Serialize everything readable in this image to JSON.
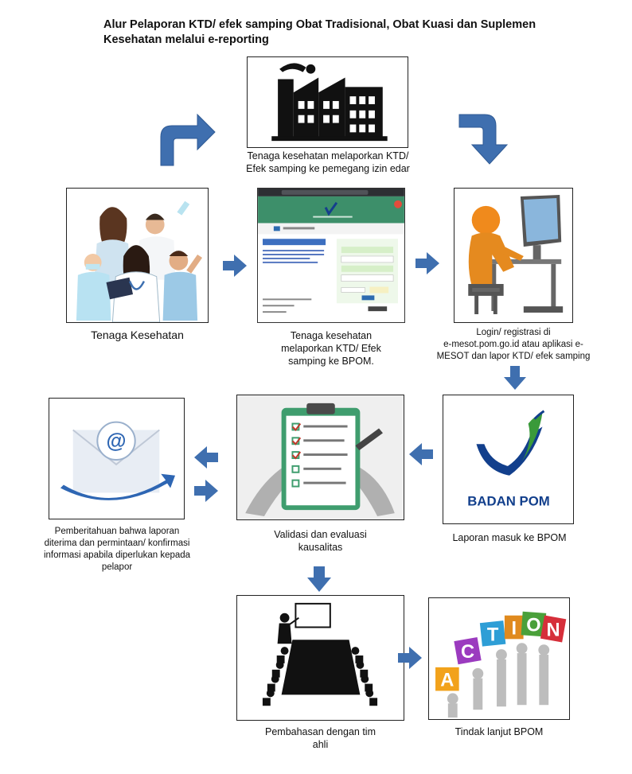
{
  "title": {
    "line1": "Alur Pelaporan KTD/ efek samping Obat Tradisional, Obat Kuasi dan Suplemen",
    "line2": "Kesehatan melalui e-reporting"
  },
  "steps": {
    "pemegang_izin": {
      "l1": "Tenaga kesehatan melaporkan KTD/",
      "l2": "Efek samping ke pemegang izin edar"
    },
    "tenaga_kesehatan": {
      "l1": "Tenaga Kesehatan"
    },
    "lapor_bpom": {
      "l1": "Tenaga kesehatan",
      "l2": "melaporkan KTD/ Efek",
      "l3": "samping ke BPOM."
    },
    "login": {
      "l1": "Login/ registrasi di",
      "l2": "e-mesot.pom.go.id atau aplikasi e-",
      "l3": "MESOT dan lapor KTD/ efek samping"
    },
    "laporan_masuk": {
      "l1": "Laporan masuk ke BPOM"
    },
    "validasi": {
      "l1": "Validasi dan evaluasi",
      "l2": "kausalitas"
    },
    "pemberitahuan": {
      "l1": "Pemberitahuan bahwa laporan",
      "l2": "diterima dan permintaan/ konfirmasi",
      "l3": "informasi apabila diperlukan kepada",
      "l4": "pelapor"
    },
    "pembahasan": {
      "l1": "Pembahasan dengan tim",
      "l2": "ahli"
    },
    "tindak_lanjut": {
      "l1": "Tindak lanjut BPOM"
    }
  },
  "logo": {
    "text": "BADAN POM"
  },
  "action_word": {
    "a": "A",
    "c": "C",
    "t": "T",
    "i": "I",
    "o": "O",
    "n": "N"
  },
  "colors": {
    "arrow": "#3f6faf",
    "arrow_dark": "#2f5a94",
    "bpom_blue": "#123f8c",
    "bpom_green": "#3a9a3a",
    "screen_green": "#3d8f6a",
    "worker_orange": "#e58a1f"
  },
  "icons": [
    "factory-icon",
    "health-workers-icon",
    "web-form-icon",
    "computer-user-icon",
    "bpom-logo-icon",
    "clipboard-icon",
    "email-icon",
    "meeting-icon",
    "action-icon"
  ]
}
